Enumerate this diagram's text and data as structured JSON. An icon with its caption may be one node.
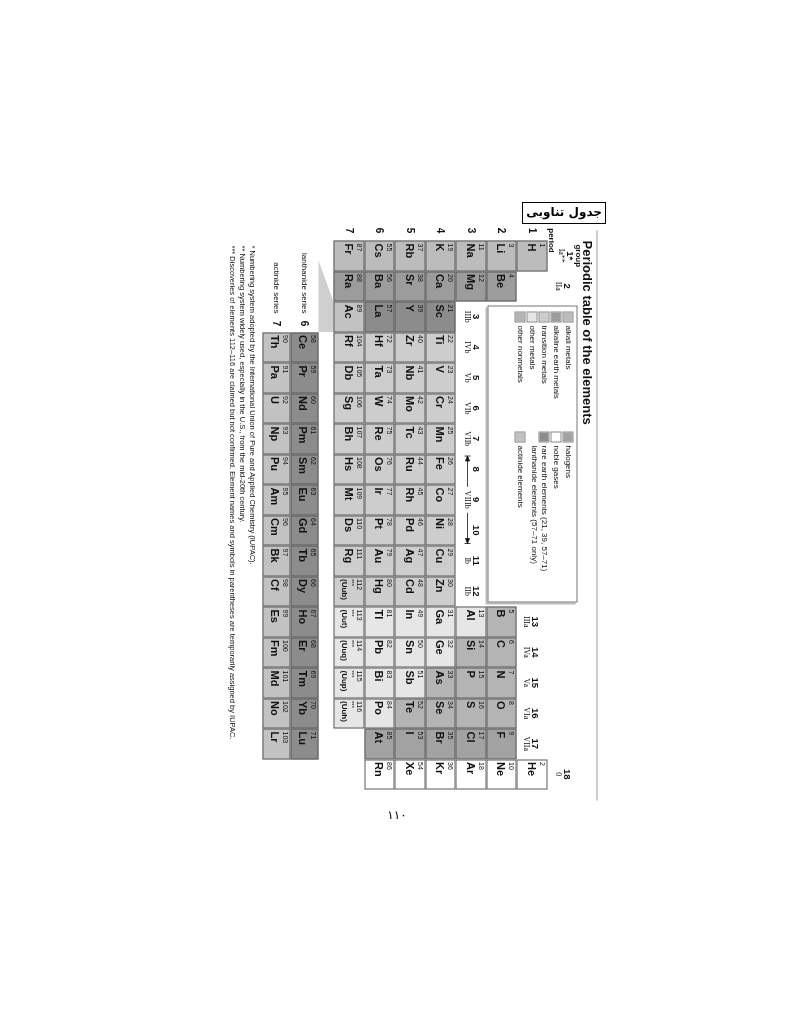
{
  "diagram": {
    "title": "Periodic table of the elements",
    "nodes": [
      {
        "text": [
          "جدول تناوبی"
        ]
      },
      {
        "text": [
          "1",
          "H"
        ]
      },
      {
        "text": [
          "2",
          "He"
        ]
      },
      {
        "text": [
          "3",
          "Li"
        ]
      },
      {
        "text": [
          "4",
          "Be"
        ]
      },
      {
        "text": [
          "5",
          "B"
        ]
      },
      {
        "text": [
          "6",
          "C"
        ]
      },
      {
        "text": [
          "7",
          "N"
        ]
      },
      {
        "text": [
          "8",
          "O"
        ]
      },
      {
        "text": [
          "9",
          "F"
        ]
      },
      {
        "text": [
          "10",
          "Ne"
        ]
      },
      {
        "text": [
          "11",
          "Na"
        ]
      },
      {
        "text": [
          "12",
          "Mg"
        ]
      },
      {
        "text": [
          "13",
          "Al"
        ]
      },
      {
        "text": [
          "14",
          "Si"
        ]
      },
      {
        "text": [
          "15",
          "P"
        ]
      },
      {
        "text": [
          "16",
          "S"
        ]
      },
      {
        "text": [
          "17",
          "Cl"
        ]
      },
      {
        "text": [
          "18",
          "Ar"
        ]
      },
      {
        "text": [
          "19",
          "K"
        ]
      },
      {
        "text": [
          "20",
          "Ca"
        ]
      },
      {
        "text": [
          "21",
          "Sc"
        ]
      },
      {
        "text": [
          "22",
          "Ti"
        ]
      },
      {
        "text": [
          "23",
          "V"
        ]
      },
      {
        "text": [
          "24",
          "Cr"
        ]
      },
      {
        "text": [
          "25",
          "Mn"
        ]
      },
      {
        "text": [
          "26",
          "Fe"
        ]
      },
      {
        "text": [
          "27",
          "Co"
        ]
      },
      {
        "text": [
          "28",
          "Ni"
        ]
      },
      {
        "text": [
          "29",
          "Cu"
        ]
      },
      {
        "text": [
          "30",
          "Zn"
        ]
      },
      {
        "text": [
          "31",
          "Ga"
        ]
      },
      {
        "text": [
          "32",
          "Ge"
        ]
      },
      {
        "text": [
          "33",
          "As"
        ]
      },
      {
        "text": [
          "34",
          "Se"
        ]
      },
      {
        "text": [
          "35",
          "Br"
        ]
      },
      {
        "text": [
          "36",
          "Kr"
        ]
      },
      {
        "text": [
          "37",
          "Rb"
        ]
      },
      {
        "text": [
          "38",
          "Sr"
        ]
      },
      {
        "text": [
          "39",
          "Y"
        ]
      },
      {
        "text": [
          "40",
          "Zr"
        ]
      },
      {
        "text": [
          "41",
          "Nb"
        ]
      },
      {
        "text": [
          "42",
          "Mo"
        ]
      },
      {
        "text": [
          "43",
          "Tc"
        ]
      },
      {
        "text": [
          "44",
          "Ru"
        ]
      },
      {
        "text": [
          "45",
          "Rh"
        ]
      },
      {
        "text": [
          "46",
          "Pd"
        ]
      },
      {
        "text": [
          "47",
          "Ag"
        ]
      },
      {
        "text": [
          "48",
          "Cd"
        ]
      },
      {
        "text": [
          "49",
          "In"
        ]
      },
      {
        "text": [
          "50",
          "Sn"
        ]
      },
      {
        "text": [
          "51",
          "Sb"
        ]
      },
      {
        "text": [
          "52",
          "Te"
        ]
      },
      {
        "text": [
          "53",
          "I"
        ]
      },
      {
        "text": [
          "54",
          "Xe"
        ]
      },
      {
        "text": [
          "55",
          "Cs"
        ]
      },
      {
        "text": [
          "56",
          "Ba"
        ]
      },
      {
        "text": [
          "57",
          "La"
        ]
      },
      {
        "text": [
          "72",
          "Hf"
        ]
      },
      {
        "text": [
          "73",
          "Ta"
        ]
      },
      {
        "text": [
          "74",
          "W"
        ]
      },
      {
        "text": [
          "75",
          "Re"
        ]
      },
      {
        "text": [
          "76",
          "Os"
        ]
      },
      {
        "text": [
          "77",
          "Ir"
        ]
      },
      {
        "text": [
          "78",
          "Pt"
        ]
      },
      {
        "text": [
          "79",
          "Au"
        ]
      },
      {
        "text": [
          "80",
          "Hg"
        ]
      },
      {
        "text": [
          "81",
          "Tl"
        ]
      },
      {
        "text": [
          "82",
          "Pb"
        ]
      },
      {
        "text": [
          "83",
          "Bi"
        ]
      },
      {
        "text": [
          "84",
          "Po"
        ]
      },
      {
        "text": [
          "85",
          "At"
        ]
      },
      {
        "text": [
          "86",
          "Rn"
        ]
      },
      {
        "text": [
          "87",
          "Fr"
        ]
      },
      {
        "text": [
          "88",
          "Ra"
        ]
      },
      {
        "text": [
          "89",
          "Ac"
        ]
      },
      {
        "text": [
          "104",
          "Rf"
        ]
      },
      {
        "text": [
          "105",
          "Db"
        ]
      },
      {
        "text": [
          "106",
          "Sg"
        ]
      },
      {
        "text": [
          "107",
          "Bh"
        ]
      },
      {
        "text": [
          "108",
          "Hs"
        ]
      },
      {
        "text": [
          "109",
          "Mt"
        ]
      },
      {
        "text": [
          "110",
          "Ds"
        ]
      },
      {
        "text": [
          "111",
          "Rg"
        ]
      },
      {
        "text": [
          "112",
          "***",
          "(Uub)"
        ]
      },
      {
        "text": [
          "113",
          "***",
          "(Uut)"
        ]
      },
      {
        "text": [
          "114",
          "***",
          "(Uuq)"
        ]
      },
      {
        "text": [
          "115",
          "***",
          "(Uup)"
        ]
      },
      {
        "text": [
          "116",
          "***",
          "(Uuh)"
        ]
      },
      {
        "text": [
          "58",
          "Ce"
        ]
      },
      {
        "text": [
          "59",
          "Pr"
        ]
      },
      {
        "text": [
          "60",
          "Nd"
        ]
      },
      {
        "text": [
          "61",
          "Pm"
        ]
      },
      {
        "text": [
          "62",
          "Sm"
        ]
      },
      {
        "text": [
          "63",
          "Eu"
        ]
      },
      {
        "text": [
          "64",
          "Gd"
        ]
      },
      {
        "text": [
          "65",
          "Tb"
        ]
      },
      {
        "text": [
          "66",
          "Dy"
        ]
      },
      {
        "text": [
          "67",
          "Ho"
        ]
      },
      {
        "text": [
          "68",
          "Er"
        ]
      },
      {
        "text": [
          "69",
          "Tm"
        ]
      },
      {
        "text": [
          "70",
          "Yb"
        ]
      },
      {
        "text": [
          "71",
          "Lu"
        ]
      },
      {
        "text": [
          "90",
          "Th"
        ]
      },
      {
        "text": [
          "91",
          "Pa"
        ]
      },
      {
        "text": [
          "92",
          "U"
        ]
      },
      {
        "text": [
          "93",
          "Np"
        ]
      },
      {
        "text": [
          "94",
          "Pu"
        ]
      },
      {
        "text": [
          "95",
          "Am"
        ]
      },
      {
        "text": [
          "96",
          "Cm"
        ]
      },
      {
        "text": [
          "97",
          "Bk"
        ]
      },
      {
        "text": [
          "98",
          "Cf"
        ]
      },
      {
        "text": [
          "99",
          "Es"
        ]
      },
      {
        "text": [
          "100",
          "Fm"
        ]
      },
      {
        "text": [
          "101",
          "Md"
        ]
      },
      {
        "text": [
          "102",
          "No"
        ]
      },
      {
        "text": [
          "103",
          "Lr"
        ]
      }
    ],
    "labels": [
      "group",
      "1*",
      "Ia**",
      "18",
      "0",
      "period",
      "2",
      "IIa",
      "13",
      "IIIa",
      "14",
      "IVa",
      "15",
      "Va",
      "16",
      "VIa",
      "17",
      "VIIa",
      "1",
      "2",
      "3",
      "IIIb",
      "4",
      "IVb",
      "5",
      "Vb",
      "6",
      "VIb",
      "7",
      "VIIb",
      "8",
      "9",
      "VIIIb",
      "10",
      "11",
      "Ib",
      "12",
      "IIb",
      "3",
      "4",
      "5",
      "6",
      "7",
      "lanthanide series",
      "6",
      "actinide series",
      "7",
      "* Numbering system adopted by the International Union of Pure and Applied Chemistry (IUPAC).",
      "** Numbering system widely used, especially in the U.S., from the mid-20th century.",
      "*** Discoveries of elements 112–116 are claimed but not confirmed. Element names and symbols in parentheses are temporarily assigned by IUPAC.",
      "۱۱۰"
    ],
    "legend": [
      {
        "text": "alkali metals",
        "color": "#bcbcbc"
      },
      {
        "text": "alkaline earth metals",
        "color": "#9c9c9c"
      },
      {
        "text": "transition metals",
        "color": "#cdcdcd"
      },
      {
        "text": "other metals",
        "color": "#e6e6e6"
      },
      {
        "text": "other nonmetals",
        "color": "#b4b4b4"
      },
      {
        "text": "halogens",
        "color": "#a2a2a2"
      },
      {
        "text": "noble gases",
        "color": "#ffffff"
      },
      {
        "text": "rare earth elements (21, 39, 57–71) lanthanide elements (57–71 only)",
        "color": "#8c8c8c"
      },
      {
        "text": "actinide elements",
        "color": "#c2c2c2"
      }
    ]
  }
}
